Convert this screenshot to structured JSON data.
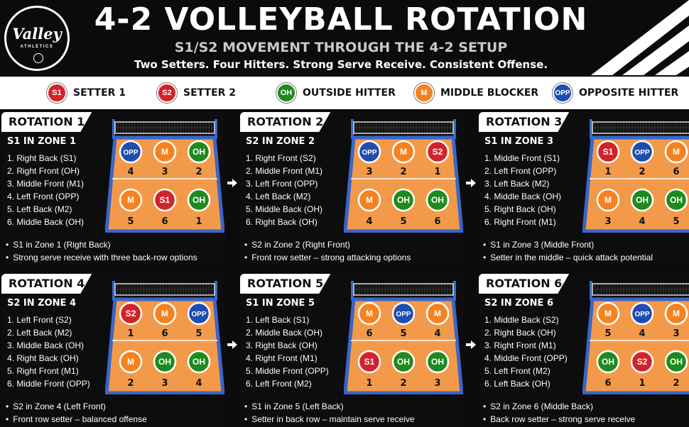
{
  "header": {
    "logo_name": "Valley",
    "logo_sub": "ATHLETICS",
    "title": "4-2 VOLLEYBALL ROTATION",
    "subtitle": "S1/S2 MOVEMENT THROUGH THE 4-2 SETUP",
    "tagline": "Two Setters. Four Hitters. Strong Serve Receive. Consistent Offense."
  },
  "colors": {
    "S1": "#d2232a",
    "S2": "#d2232a",
    "OH": "#1f8a1f",
    "M": "#f58220",
    "OPP": "#1f4db0",
    "court": "#f29a4a",
    "court_border": "#3a66c8"
  },
  "legend": [
    {
      "code": "S1",
      "label": "SETTER 1"
    },
    {
      "code": "S2",
      "label": "SETTER 2"
    },
    {
      "code": "OH",
      "label": "OUTSIDE HITTER"
    },
    {
      "code": "M",
      "label": "MIDDLE BLOCKER"
    },
    {
      "code": "OPP",
      "label": "OPPOSITE HITTER"
    }
  ],
  "rotations": [
    {
      "title": "ROTATION 1",
      "zone": "S1 IN ZONE 1",
      "list": [
        "1. Right Back (S1)",
        "2. Right Front (OH)",
        "3. Middle Front (M1)",
        "4. Left Front (OPP)",
        "5. Left Back (M2)",
        "6. Middle Back (OH)"
      ],
      "front": [
        {
          "code": "OPP",
          "zone": "4"
        },
        {
          "code": "M",
          "zone": "3"
        },
        {
          "code": "OH",
          "zone": "2"
        }
      ],
      "back": [
        {
          "code": "M",
          "zone": "5"
        },
        {
          "code": "S1",
          "zone": "6"
        },
        {
          "code": "OH",
          "zone": "1"
        }
      ],
      "notes": [
        "S1 in Zone 1 (Right Back)",
        "Strong serve receive with three back-row options"
      ]
    },
    {
      "title": "ROTATION 2",
      "zone": "S2 IN ZONE 2",
      "list": [
        "1. Right Front (S2)",
        "2. Middle Front (M1)",
        "3. Left Front (OPP)",
        "4. Left Back (M2)",
        "5. Middle Back (OH)",
        "6. Right Back (OH)"
      ],
      "front": [
        {
          "code": "OPP",
          "zone": "3"
        },
        {
          "code": "M",
          "zone": "2"
        },
        {
          "code": "S2",
          "zone": "1"
        }
      ],
      "back": [
        {
          "code": "M",
          "zone": "4"
        },
        {
          "code": "OH",
          "zone": "5"
        },
        {
          "code": "OH",
          "zone": "6"
        }
      ],
      "notes": [
        "S2 in Zone 2 (Right Front)",
        "Front row setter – strong attacking options"
      ]
    },
    {
      "title": "ROTATION 3",
      "zone": "S1 IN ZONE 3",
      "list": [
        "1. Middle Front (S1)",
        "2. Left Front (OPP)",
        "3. Left Back (M2)",
        "4. Middle Back (OH)",
        "5. Right Back (OH)",
        "6. Right Front (M1)"
      ],
      "front": [
        {
          "code": "S1",
          "zone": "1"
        },
        {
          "code": "OPP",
          "zone": "2"
        },
        {
          "code": "M",
          "zone": "6"
        }
      ],
      "back": [
        {
          "code": "M",
          "zone": "3"
        },
        {
          "code": "OH",
          "zone": "4"
        },
        {
          "code": "OH",
          "zone": "5"
        }
      ],
      "notes": [
        "S1 in Zone 3 (Middle Front)",
        "Setter in the middle – quick attack potential"
      ]
    },
    {
      "title": "ROTATION 4",
      "zone": "S2 IN ZONE 4",
      "list": [
        "1. Left Front (S2)",
        "2. Left Back (M2)",
        "3. Middle Back (OH)",
        "4. Right Back (OH)",
        "5. Right Front (M1)",
        "6. Middle Front (OPP)"
      ],
      "front": [
        {
          "code": "S2",
          "zone": "1"
        },
        {
          "code": "M",
          "zone": "6"
        },
        {
          "code": "OPP",
          "zone": "5"
        }
      ],
      "back": [
        {
          "code": "M",
          "zone": "2"
        },
        {
          "code": "OH",
          "zone": "3"
        },
        {
          "code": "OH",
          "zone": "4"
        }
      ],
      "notes": [
        "S2 in Zone 4 (Left Front)",
        "Front row setter – balanced offense"
      ]
    },
    {
      "title": "ROTATION 5",
      "zone": "S1 IN ZONE 5",
      "list": [
        "1. Left Back (S1)",
        "2. Middle Back (OH)",
        "3. Right Back (OH)",
        "4. Right Front (M1)",
        "5. Middle Front (OPP)",
        "6. Left Front (M2)"
      ],
      "front": [
        {
          "code": "M",
          "zone": "6"
        },
        {
          "code": "OPP",
          "zone": "5"
        },
        {
          "code": "M",
          "zone": "4"
        }
      ],
      "back": [
        {
          "code": "S1",
          "zone": "1"
        },
        {
          "code": "OH",
          "zone": "2"
        },
        {
          "code": "OH",
          "zone": "3"
        }
      ],
      "notes": [
        "S1 in Zone 5 (Left Back)",
        "Setter in back row – maintain serve receive"
      ]
    },
    {
      "title": "ROTATION 6",
      "zone": "S2 IN ZONE 6",
      "list": [
        "1. Middle Back (S2)",
        "2. Right Back (OH)",
        "3. Right Front (M1)",
        "4. Middle Front (OPP)",
        "5. Left Front (M2)",
        "6. Left Back (OH)"
      ],
      "front": [
        {
          "code": "M",
          "zone": "5"
        },
        {
          "code": "OPP",
          "zone": "4"
        },
        {
          "code": "M",
          "zone": "3"
        }
      ],
      "back": [
        {
          "code": "OH",
          "zone": "6"
        },
        {
          "code": "S2",
          "zone": "1"
        },
        {
          "code": "OH",
          "zone": "2"
        }
      ],
      "notes": [
        "S2 in Zone 6 (Middle Back)",
        "Back row setter – strong serve receive"
      ]
    }
  ]
}
